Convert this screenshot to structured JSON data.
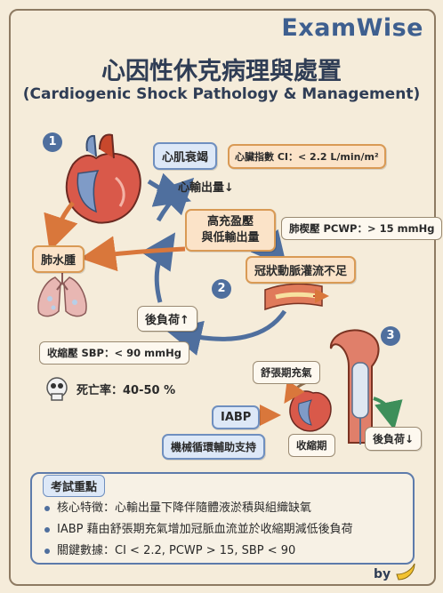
{
  "brand": "ExamWise",
  "title": "心因性休克病理與處置",
  "subtitle": "(Cardiogenic Shock Pathology & Management)",
  "section_numbers": [
    "1",
    "2",
    "3"
  ],
  "nodes": {
    "heart_failure": "心肌衰竭",
    "ci": "心臟指數 CI：< 2.2 L/min/m²",
    "co_down": "心輸出量↓",
    "high_lvedp_line1": "高充盈壓",
    "high_lvedp_line2": "與低輸出量",
    "pcwp": "肺楔壓 PCWP：> 15 mmHg",
    "coronary": "冠狀動脈灌流不足",
    "pulmonary_edema": "肺水腫",
    "afterload_up": "後負荷↑",
    "sbp": "收縮壓 SBP：< 90 mmHg",
    "mortality": "死亡率：40-50 %",
    "diastolic_inflation": "舒張期充氣",
    "iabp": "IABP",
    "mcs": "機械循環輔助支持",
    "systole": "收縮期",
    "afterload_down": "後負荷↓"
  },
  "key_points": {
    "title": "考試重點",
    "items": [
      "核心特徵：心輸出量下降伴隨體液淤積與組織缺氧",
      "IABP 藉由舒張期充氣增加冠脈血流並於收縮期減低後負荷",
      "關鍵數據：CI < 2.2,  PCWP > 15,  SBP < 90"
    ]
  },
  "signature": "by",
  "signature_icon": "banana-icon",
  "colors": {
    "accent_blue": "#4f6f9e",
    "accent_orange": "#d99a55",
    "heart_red": "#c8482c",
    "paper": "#f5ecda"
  }
}
